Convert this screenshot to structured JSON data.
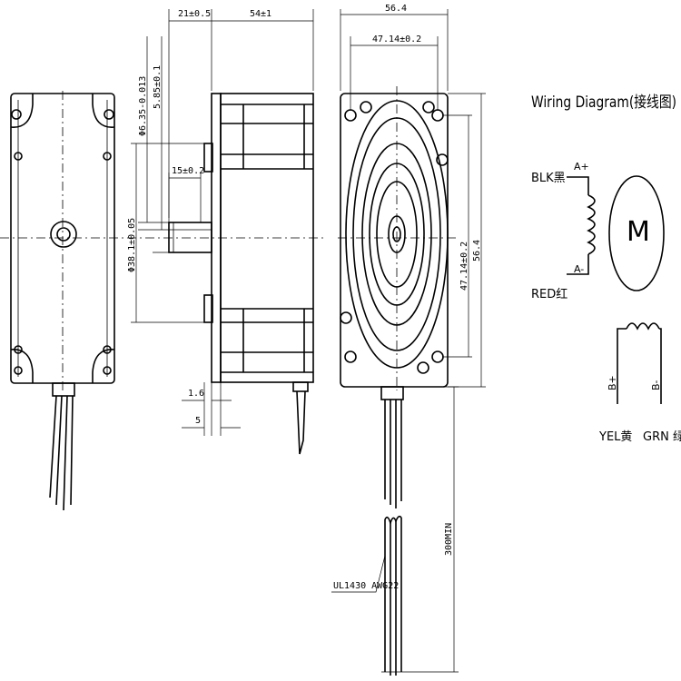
{
  "dimensions": {
    "shaft_length": "21±0.5",
    "body_length": "54±1",
    "frame_width": "56.4",
    "frame_width_side": "56.4",
    "hole_spacing_h": "47.14±0.2",
    "hole_spacing_v": "47.14±0.2",
    "shaft_diameter": "Φ6.35-0.013",
    "flat_depth": "5.85±0.1",
    "flat_length": "15±0.2",
    "pilot_diameter": "Φ38.1±0.05",
    "flange_thickness": "1.6",
    "pilot_height": "5",
    "lead_length": "300MIN",
    "wire_spec": "UL1430 AWG22"
  },
  "wiring": {
    "title": "Wiring Diagram(接线图)",
    "motor_symbol": "M",
    "wire_blk": "BLK黑",
    "wire_red": "RED红",
    "wire_yel": "YEL黄",
    "wire_grn": "GRN 绿",
    "a_plus": "A+",
    "a_minus": "A-",
    "b_plus": "B+",
    "b_minus": "B-"
  }
}
